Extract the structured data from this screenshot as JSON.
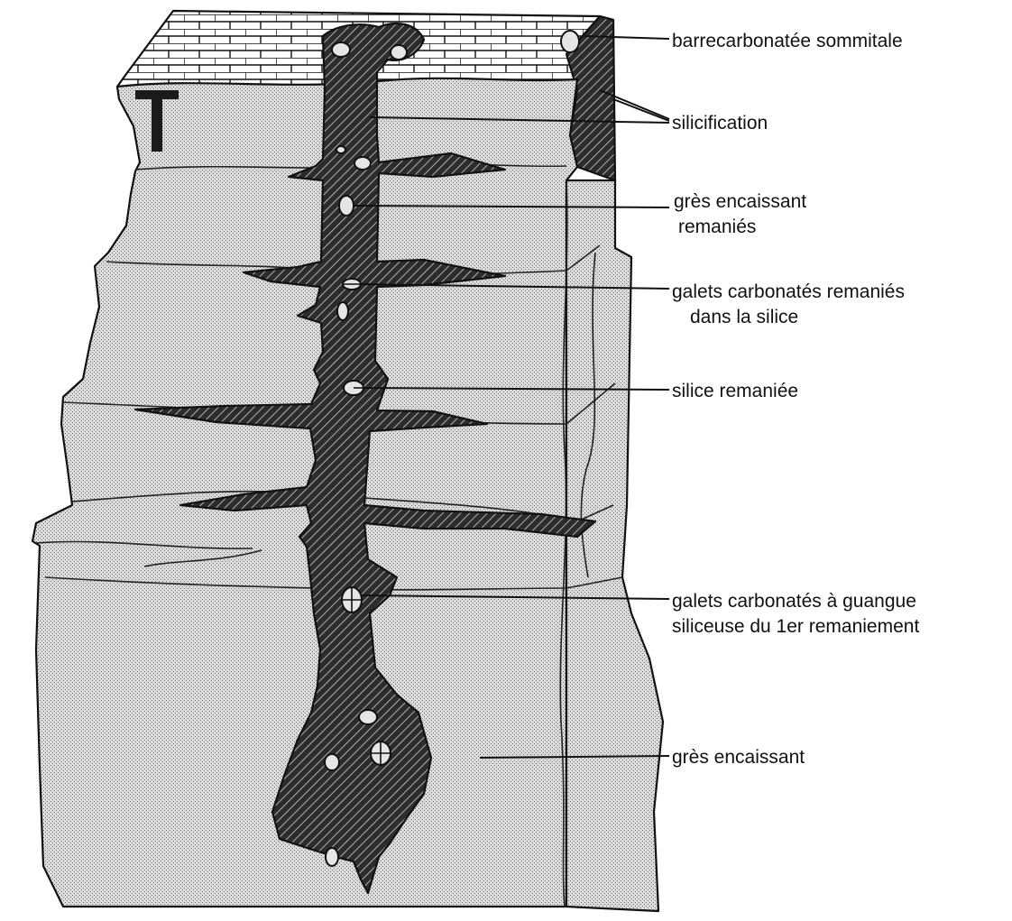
{
  "labels": {
    "barre": "barrecarbonatée sommitale",
    "silicification": "silicification",
    "gres_remanies_1": "grès encaissant",
    "gres_remanies_2": "remaniés",
    "galets_silice_1": "galets carbonatés remaniés",
    "galets_silice_2": "dans la silice",
    "silice_remaniee": "silice remaniée",
    "galets_gangue_1": "galets carbonatés à guangue",
    "galets_gangue_2": "siliceuse du 1er remaniement",
    "gres_encaissant": "grès encaissant"
  },
  "colors": {
    "sandstone_fill": "#d6d6d6",
    "silica_fill": "#3a3a3a",
    "outline": "#111111"
  },
  "icons": {
    "hammer": "geologist-hammer-icon"
  }
}
